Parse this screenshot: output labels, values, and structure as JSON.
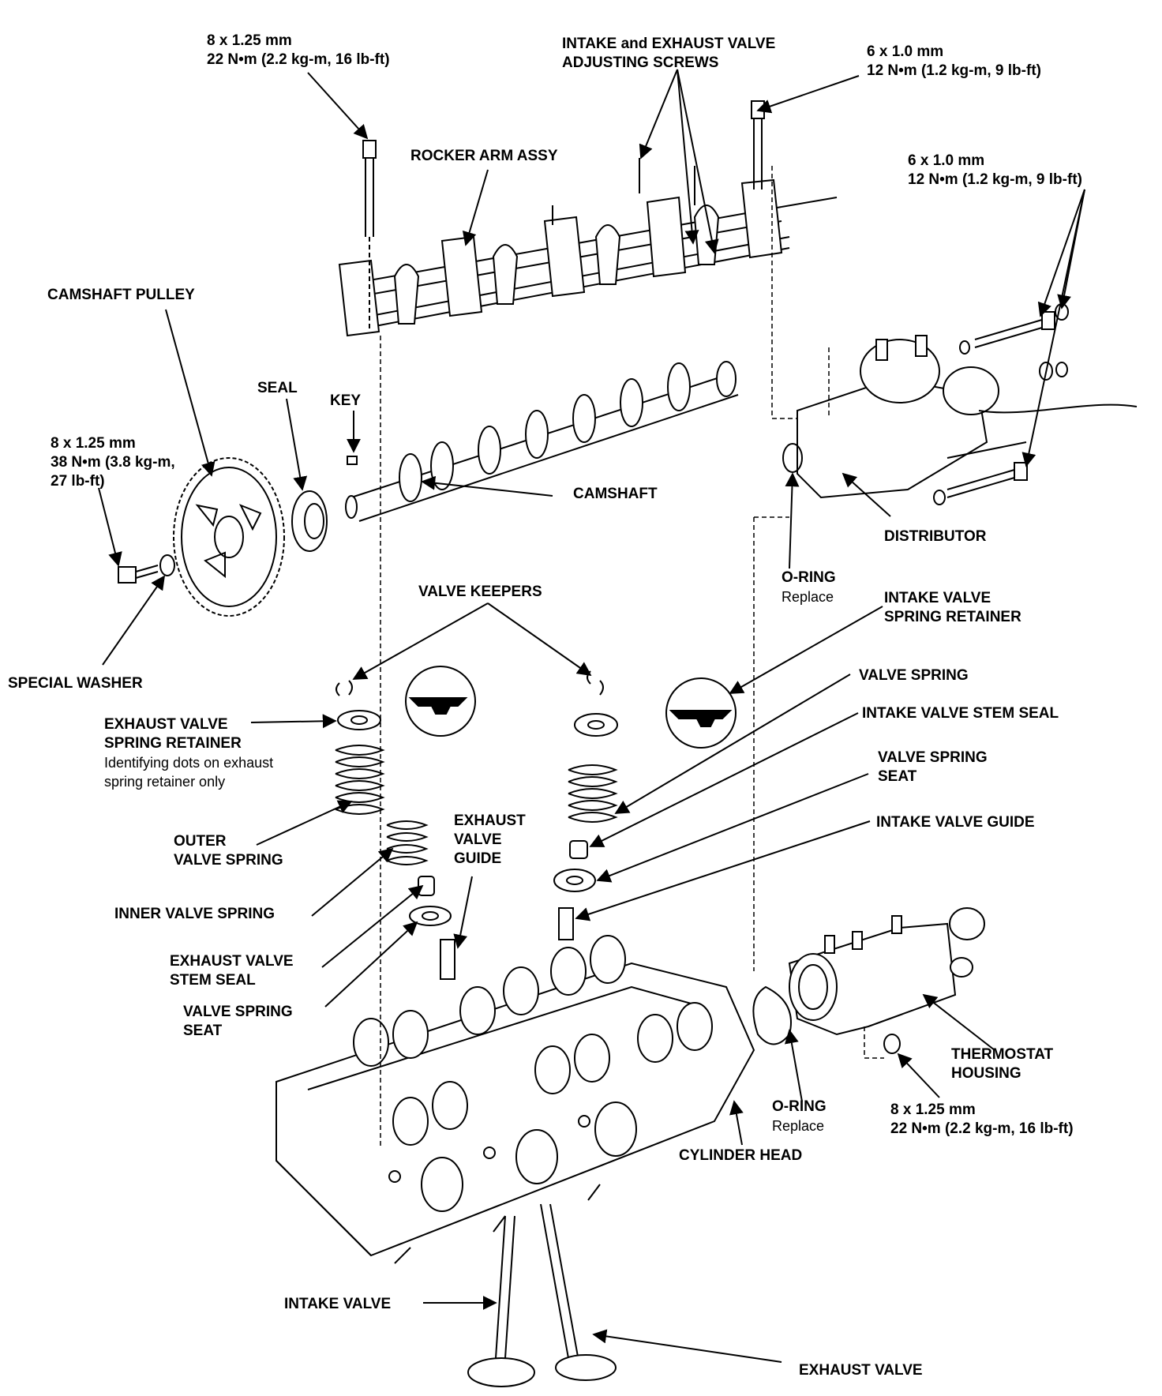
{
  "colors": {
    "ink": "#000000",
    "paper": "#ffffff"
  },
  "labels": {
    "bolt_top_left": {
      "l1": "8 x 1.25 mm",
      "l2": "22 N•m (2.2 kg-m, 16 lb-ft)"
    },
    "adjusting_screws": {
      "l1": "INTAKE and EXHAUST VALVE",
      "l2": "ADJUSTING SCREWS"
    },
    "bolt_top_right": {
      "l1": "6 x 1.0 mm",
      "l2": "12 N•m (1.2 kg-m, 9 lb-ft)"
    },
    "rocker_arm": "ROCKER ARM ASSY",
    "bolt_distributor": {
      "l1": "6 x 1.0 mm",
      "l2": "12 N•m (1.2 kg-m, 9 lb-ft)"
    },
    "camshaft_pulley": "CAMSHAFT PULLEY",
    "seal": "SEAL",
    "key": "KEY",
    "bolt_pulley": {
      "l1": "8 x 1.25 mm",
      "l2": "38 N•m (3.8 kg-m,",
      "l3": "27 lb-ft)"
    },
    "camshaft": "CAMSHAFT",
    "distributor": "DISTRIBUTOR",
    "o_ring_distributor": {
      "l1": "O-RING",
      "l2": "Replace"
    },
    "valve_keepers": "VALVE KEEPERS",
    "intake_retainer": {
      "l1": "INTAKE VALVE",
      "l2": "SPRING RETAINER"
    },
    "special_washer": "SPECIAL WASHER",
    "valve_spring": "VALVE SPRING",
    "exhaust_retainer": {
      "l1": "EXHAUST VALVE",
      "l2": "SPRING RETAINER",
      "l3": "Identifying dots on exhaust",
      "l4": "spring retainer only"
    },
    "intake_stem_seal": "INTAKE VALVE STEM SEAL",
    "valve_spring_seat_right": {
      "l1": "VALVE SPRING",
      "l2": "SEAT"
    },
    "exhaust_guide": {
      "l1": "EXHAUST",
      "l2": "VALVE",
      "l3": "GUIDE"
    },
    "intake_guide": "INTAKE VALVE GUIDE",
    "outer_spring": {
      "l1": "OUTER",
      "l2": "VALVE SPRING"
    },
    "inner_spring": "INNER VALVE SPRING",
    "exhaust_stem_seal": {
      "l1": "EXHAUST VALVE",
      "l2": "STEM SEAL"
    },
    "valve_spring_seat_left": {
      "l1": "VALVE SPRING",
      "l2": "SEAT"
    },
    "thermostat_housing": {
      "l1": "THERMOSTAT",
      "l2": "HOUSING"
    },
    "o_ring_thermostat": {
      "l1": "O-RING",
      "l2": "Replace"
    },
    "bolt_thermostat": {
      "l1": "8 x 1.25 mm",
      "l2": "22 N•m (2.2 kg-m, 16 lb-ft)"
    },
    "cylinder_head": "CYLINDER HEAD",
    "intake_valve": "INTAKE VALVE",
    "exhaust_valve": "EXHAUST VALVE"
  }
}
